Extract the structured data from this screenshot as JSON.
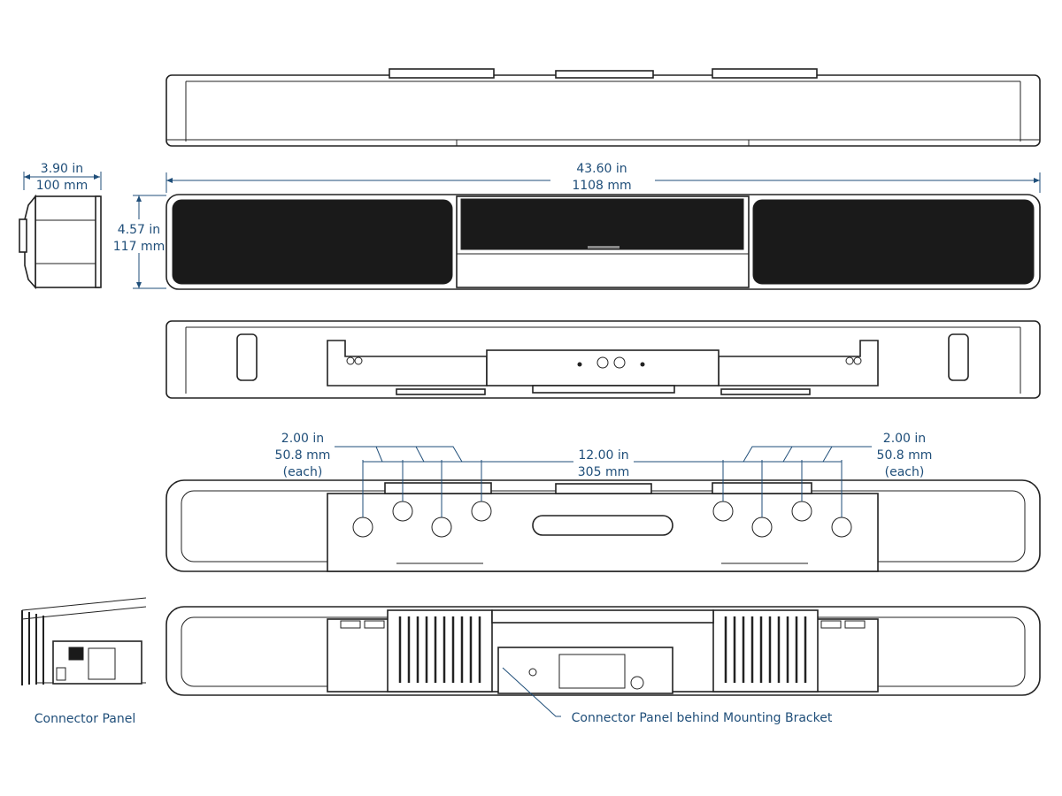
{
  "dimensions": {
    "length": {
      "in": "43.60 in",
      "mm": "1108 mm"
    },
    "depth": {
      "in": "3.90 in",
      "mm": "100 mm"
    },
    "height": {
      "in": "4.57 in",
      "mm": "117 mm"
    },
    "hole_spacing_left": {
      "in": "2.00 in",
      "mm": "50.8 mm",
      "note": "(each)"
    },
    "hole_spacing_center": {
      "in": "12.00 in",
      "mm": "305 mm"
    },
    "hole_spacing_right": {
      "in": "2.00 in",
      "mm": "50.8 mm",
      "note": "(each)"
    }
  },
  "labels": {
    "connector_panel": "Connector Panel",
    "connector_behind_bracket": "Connector Panel behind Mounting Bracket"
  },
  "colors": {
    "dimension": "#1f4e79",
    "outline": "#222222",
    "grille": "#1a1a1a"
  }
}
